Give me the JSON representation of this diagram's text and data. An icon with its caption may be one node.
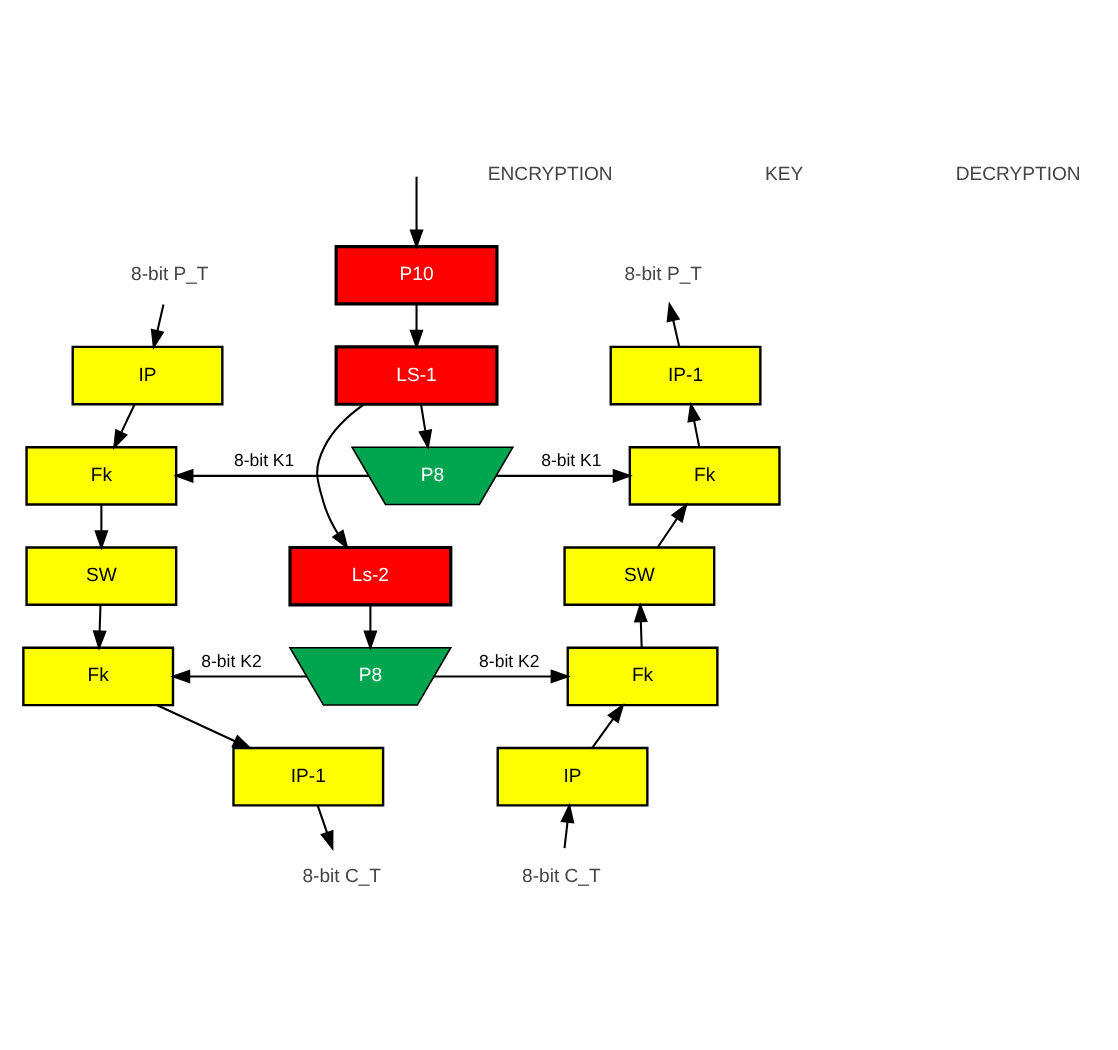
{
  "diagram": {
    "nodes": [
      {
        "text": [
          "8-bit P_T"
        ]
      },
      {
        "text": [
          "IP"
        ]
      },
      {
        "text": [
          "Fk"
        ]
      },
      {
        "text": [
          "SW"
        ]
      },
      {
        "text": [
          "Fk"
        ]
      },
      {
        "text": [
          "IP-1"
        ]
      },
      {
        "text": [
          "8-bit C_T"
        ]
      },
      {
        "text": [
          "P10"
        ]
      },
      {
        "text": [
          "LS-1"
        ]
      },
      {
        "text": [
          "P8"
        ]
      },
      {
        "text": [
          "Ls-2"
        ]
      },
      {
        "text": [
          "P8"
        ]
      },
      {
        "text": [
          "8-bit P_T"
        ]
      },
      {
        "text": [
          "IP-1"
        ]
      },
      {
        "text": [
          "Fk"
        ]
      },
      {
        "text": [
          "SW"
        ]
      },
      {
        "text": [
          "Fk"
        ]
      },
      {
        "text": [
          "IP"
        ]
      },
      {
        "text": [
          "8-bit C_T"
        ]
      }
    ],
    "edges": [
      {
        "from": 0,
        "to": 1,
        "arrow": "to"
      },
      {
        "from": 1,
        "to": 2,
        "arrow": "to"
      },
      {
        "from": 2,
        "to": 3,
        "arrow": "to"
      },
      {
        "from": 3,
        "to": 4,
        "arrow": "to"
      },
      {
        "from": 4,
        "to": 5,
        "arrow": "to"
      },
      {
        "from": 5,
        "to": 6,
        "arrow": "to"
      },
      {
        "from": null,
        "to": 7,
        "arrow": "to"
      },
      {
        "from": 7,
        "to": 8,
        "arrow": "to"
      },
      {
        "from": 8,
        "to": 9,
        "arrow": "to"
      },
      {
        "from": 8,
        "to": 10,
        "arrow": "to"
      },
      {
        "from": 10,
        "to": 11,
        "arrow": "to"
      },
      {
        "from": 9,
        "to": 2,
        "arrow": "to",
        "label": "8-bit K1"
      },
      {
        "from": 9,
        "to": 14,
        "arrow": "to",
        "label": "8-bit K1"
      },
      {
        "from": 11,
        "to": 4,
        "arrow": "to",
        "label": "8-bit K2"
      },
      {
        "from": 11,
        "to": 16,
        "arrow": "to",
        "label": "8-bit K2"
      },
      {
        "from": 18,
        "to": 17,
        "arrow": "to"
      },
      {
        "from": 17,
        "to": 16,
        "arrow": "to"
      },
      {
        "from": 16,
        "to": 15,
        "arrow": "to"
      },
      {
        "from": 15,
        "to": 14,
        "arrow": "to"
      },
      {
        "from": 14,
        "to": 13,
        "arrow": "to"
      },
      {
        "from": 13,
        "to": 12,
        "arrow": "to"
      }
    ],
    "labels": [
      "ENCRYPTION",
      "KEY",
      "DECRYPTION"
    ]
  }
}
